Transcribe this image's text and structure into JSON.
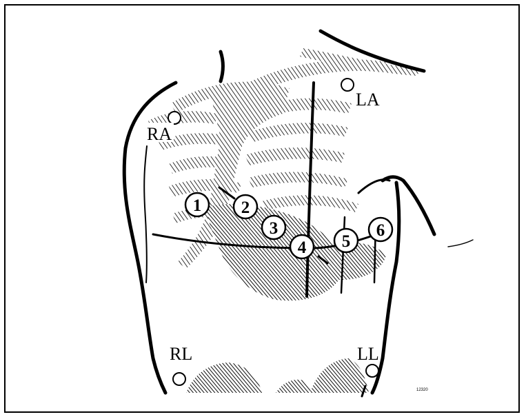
{
  "limb_leads": [
    {
      "id": "RA",
      "label": "RA"
    },
    {
      "id": "LA",
      "label": "LA"
    },
    {
      "id": "RL",
      "label": "RL"
    },
    {
      "id": "LL",
      "label": "LL"
    }
  ],
  "chest_leads": [
    {
      "id": "V1",
      "label": "1"
    },
    {
      "id": "V2",
      "label": "2"
    },
    {
      "id": "V3",
      "label": "3"
    },
    {
      "id": "V4",
      "label": "4"
    },
    {
      "id": "V5",
      "label": "5"
    },
    {
      "id": "V6",
      "label": "6"
    }
  ],
  "figure_code": "12320",
  "colors": {
    "ink": "#000000",
    "background": "#ffffff"
  }
}
